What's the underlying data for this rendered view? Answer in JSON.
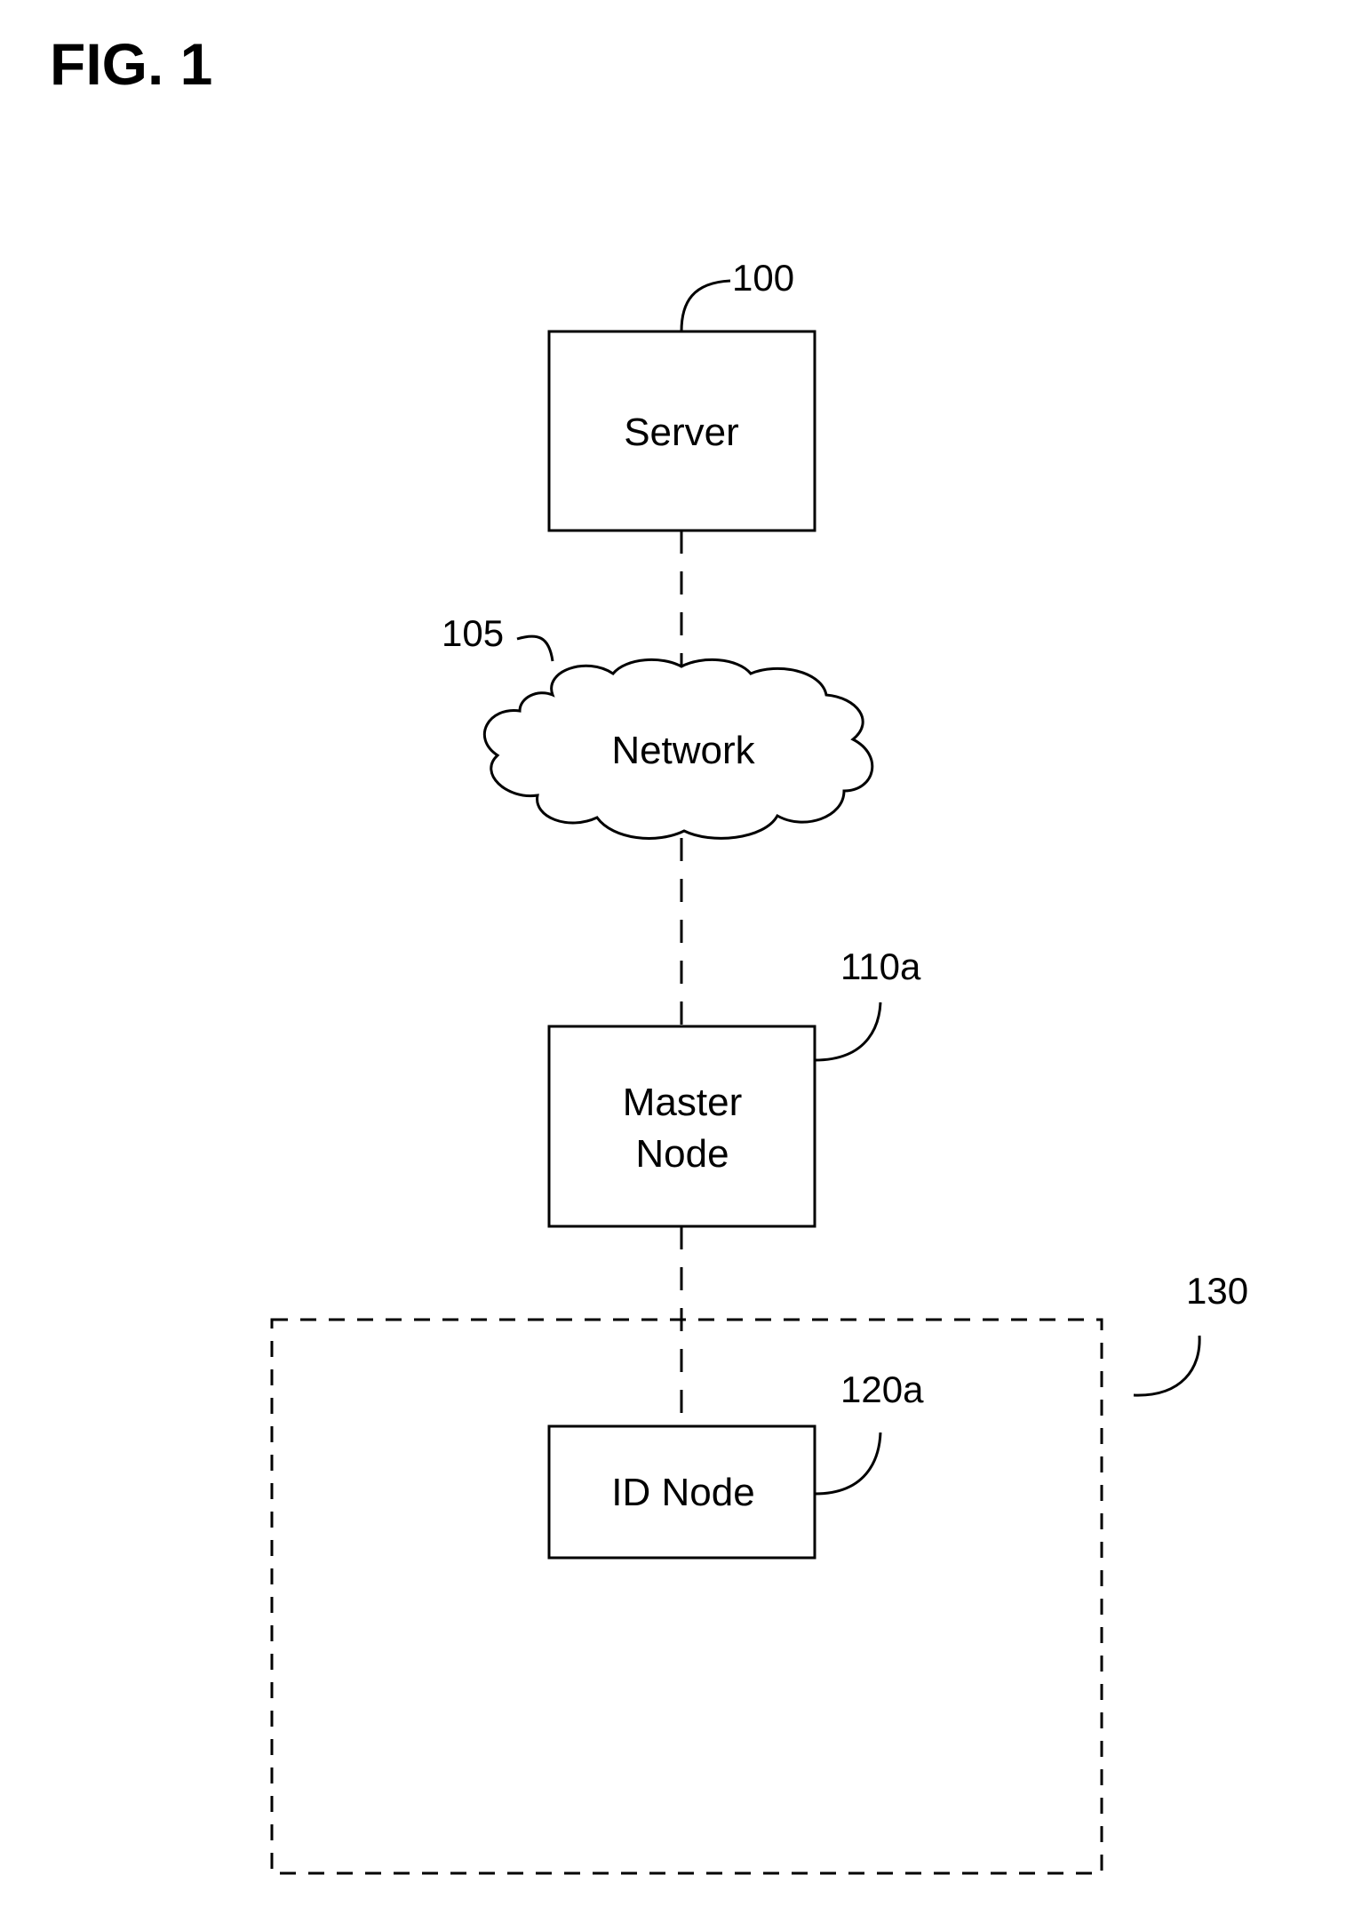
{
  "figure": {
    "title": "FIG. 1"
  },
  "nodes": {
    "server": {
      "label": "Server",
      "ref": "100"
    },
    "network": {
      "label": "Network",
      "ref": "105"
    },
    "master_node": {
      "line1": "Master",
      "line2": "Node",
      "ref": "110a"
    },
    "id_node": {
      "label": "ID Node",
      "ref": "120a"
    },
    "region": {
      "ref": "130"
    }
  }
}
